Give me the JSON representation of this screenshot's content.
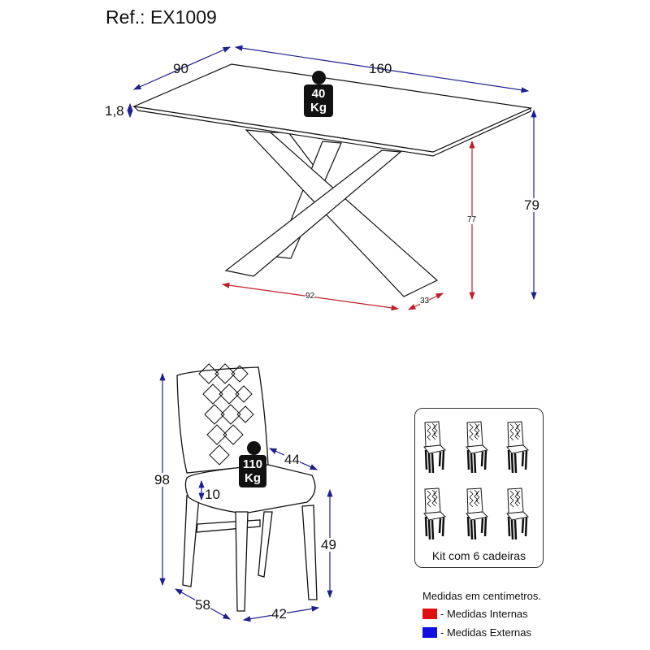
{
  "reference": "Ref.: EX1009",
  "table": {
    "width": "160",
    "depth": "90",
    "top_thickness": "1,8",
    "total_height": "79",
    "inner_height": "77",
    "base_length": "92",
    "base_width": "33",
    "weight_capacity": {
      "value": "40",
      "unit": "Kg"
    }
  },
  "chair": {
    "height": "98",
    "depth": "58",
    "width": "42",
    "seat_depth": "44",
    "seat_height": "49",
    "seat_thickness": "10",
    "weight_capacity": {
      "value": "110",
      "unit": "Kg"
    }
  },
  "kit": {
    "label": "Kit com 6 cadeiras",
    "count": 6
  },
  "legend": {
    "title": "Medidas em centímetros.",
    "items": [
      {
        "label": "- Medidas Internas",
        "color": "#e01010"
      },
      {
        "label": "- Medidas Externas",
        "color": "#1010e0"
      }
    ]
  },
  "colors": {
    "external": "#1f1f8f",
    "internal": "#c0202a"
  }
}
